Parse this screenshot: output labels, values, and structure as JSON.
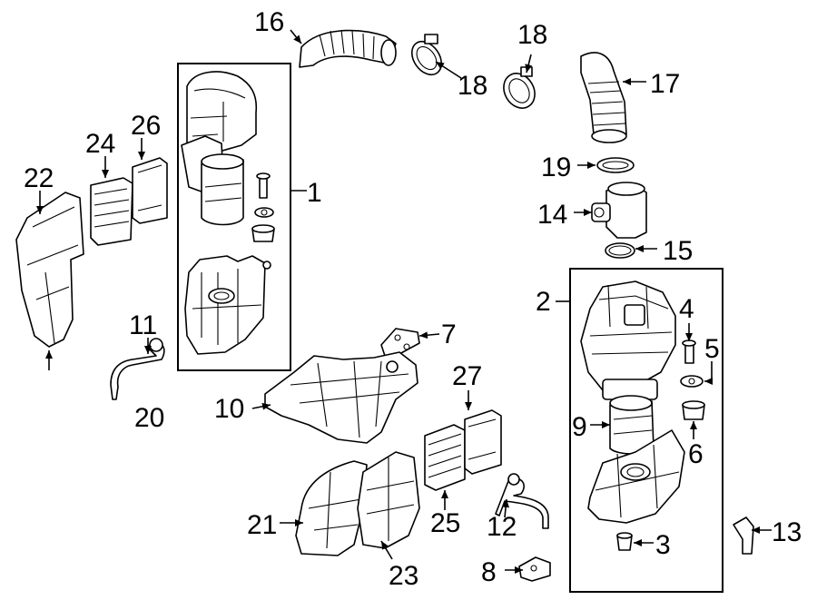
{
  "diagram": {
    "callouts": {
      "c1": "1",
      "c2": "2",
      "c3": "3",
      "c4": "4",
      "c5": "5",
      "c6": "6",
      "c7": "7",
      "c8": "8",
      "c9": "9",
      "c10": "10",
      "c11": "11",
      "c12": "12",
      "c13": "13",
      "c14": "14",
      "c15": "15",
      "c16": "16",
      "c17": "17",
      "c18a": "18",
      "c18b": "18",
      "c19": "19",
      "c20": "20",
      "c21": "21",
      "c22": "22",
      "c23": "23",
      "c24": "24",
      "c25": "25",
      "c26": "26",
      "c27": "27"
    },
    "line_color": "#000000",
    "background": "#ffffff"
  }
}
